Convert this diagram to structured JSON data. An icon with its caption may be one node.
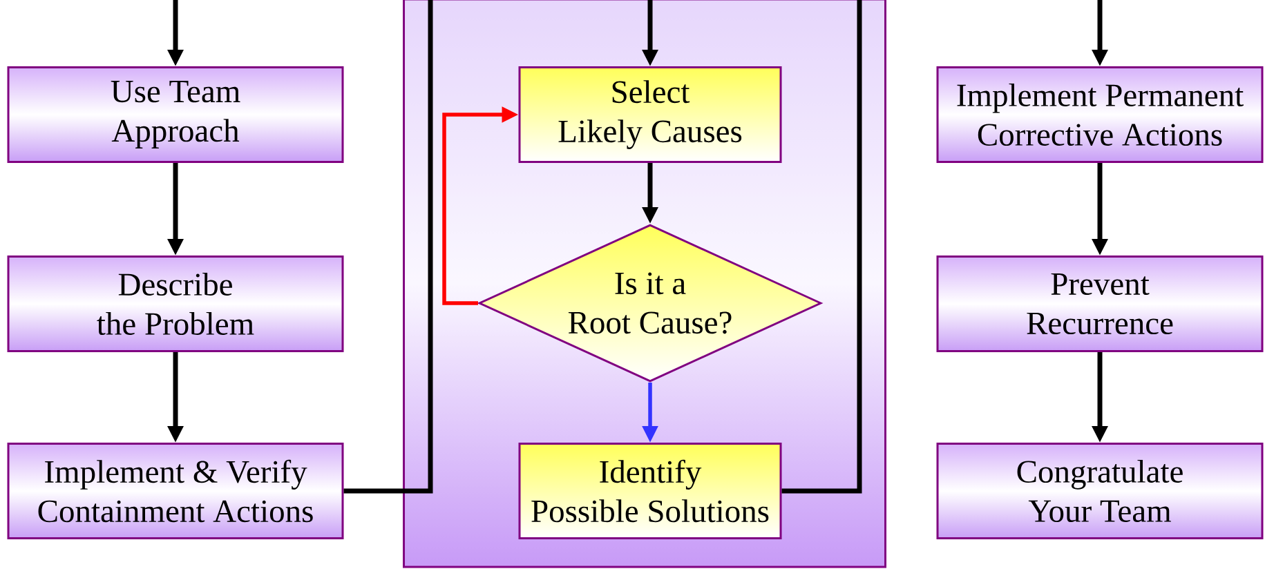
{
  "diagram": {
    "nodes": [
      {
        "text": [
          "Use Team Approach"
        ]
      },
      {
        "text": [
          "Describe the Problem"
        ]
      },
      {
        "text": [
          "Implement & Verify Containment Actions"
        ]
      },
      {
        "text": [],
        "shape": "box"
      },
      {
        "text": [
          "Select Likely Causes"
        ],
        "in": 3
      },
      {
        "text": [
          "Is it a Root Cause?"
        ],
        "in": 3
      },
      {
        "text": [
          "Identify Possible Solutions"
        ],
        "in": 3
      },
      {
        "text": [
          "Implement Permanent Corrective Actions"
        ]
      },
      {
        "text": [
          "Prevent Recurrence"
        ]
      },
      {
        "text": [
          "Congratulate Your Team"
        ]
      }
    ],
    "edges": [
      {
        "from": null,
        "to": 0,
        "arrow": "to"
      },
      {
        "from": 0,
        "to": 1,
        "arrow": "to"
      },
      {
        "from": 1,
        "to": 2,
        "arrow": "to"
      },
      {
        "from": 2,
        "to": null,
        "arrow": "none"
      },
      {
        "from": null,
        "to": 4,
        "arrow": "to"
      },
      {
        "from": 4,
        "to": 5,
        "arrow": "to"
      },
      {
        "from": 5,
        "to": 4,
        "arrow": "to",
        "color": "#ff0000"
      },
      {
        "from": 5,
        "to": 6,
        "arrow": "to",
        "color": "#3333ff"
      },
      {
        "from": 6,
        "to": null,
        "arrow": "none"
      },
      {
        "from": null,
        "to": 7,
        "arrow": "to"
      },
      {
        "from": 7,
        "to": 8,
        "arrow": "to"
      },
      {
        "from": 8,
        "to": 9,
        "arrow": "to"
      }
    ]
  }
}
